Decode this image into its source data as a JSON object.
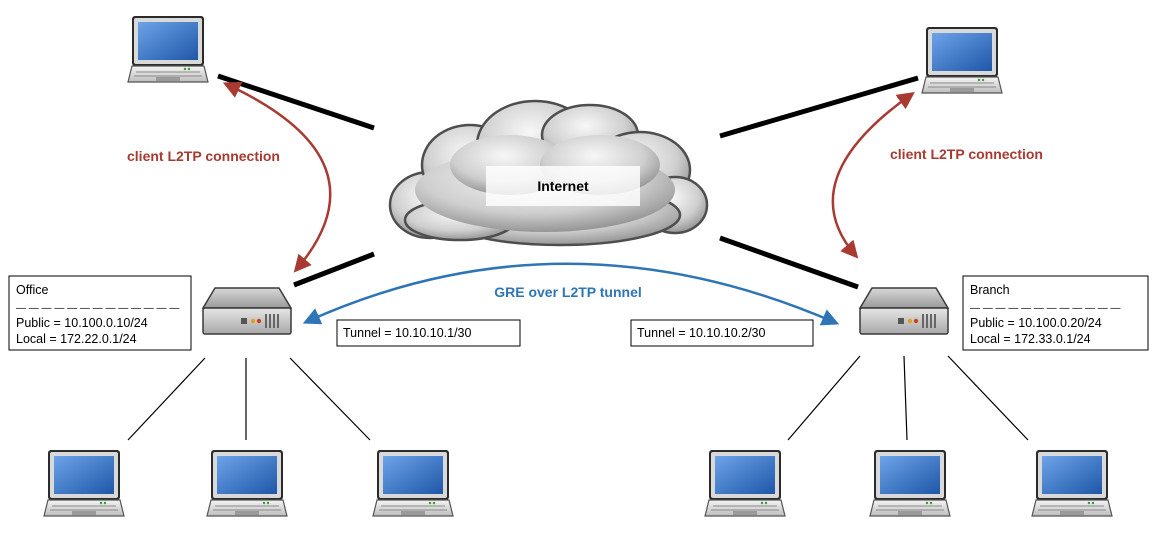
{
  "diagram": {
    "cloud_label": "Internet",
    "left_client_label": "client L2TP connection",
    "right_client_label": "client L2TP connection",
    "tunnel_label": "GRE over L2TP tunnel",
    "office_box": {
      "title": "Office",
      "separator": "— — — — — — — — — — — — —",
      "public": "Public = 10.100.0.10/24",
      "local": "Local = 172.22.0.1/24"
    },
    "branch_box": {
      "title": "Branch",
      "separator": "— — — — — — — — — — — —",
      "public": "Public = 10.100.0.20/24",
      "local": "Local = 172.33.0.1/24"
    },
    "office_tunnel": "Tunnel = 10.10.10.1/30",
    "branch_tunnel": "Tunnel = 10.10.10.2/30"
  },
  "colors": {
    "client_arrow": "#a83a32",
    "tunnel_arrow": "#2e75b6",
    "link_line": "#000000",
    "laptop_screen": "#3a78c9"
  },
  "icons": {
    "laptop": "laptop-icon",
    "router": "router-icon",
    "cloud": "cloud-icon"
  }
}
